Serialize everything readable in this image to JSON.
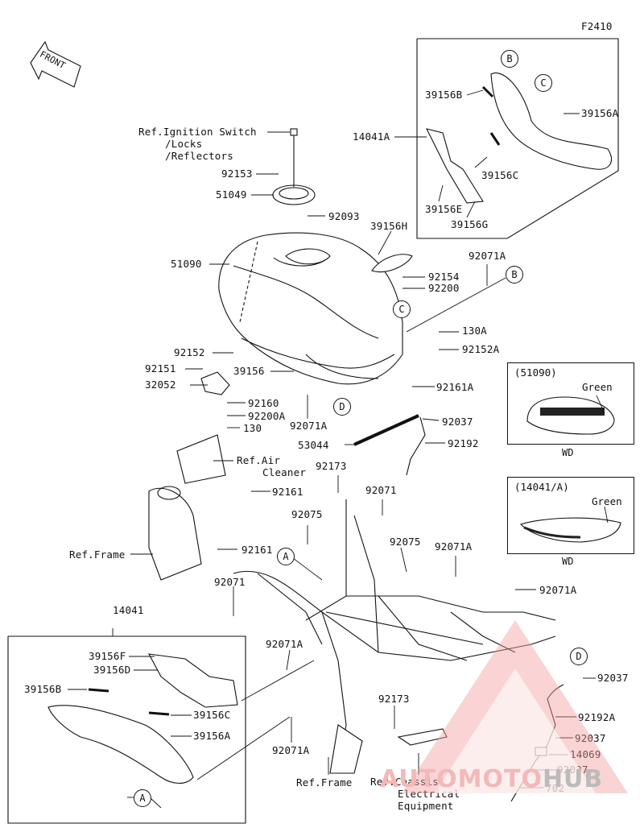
{
  "diagram_code": "F2410",
  "front_label": "FRONT",
  "labels": {
    "ref_ignition": "Ref.Ignition Switch",
    "ref_locks": "/Locks",
    "ref_reflectors": "/Reflectors",
    "p92153": "92153",
    "p51049": "51049",
    "p92093": "92093",
    "p51090": "51090",
    "p39156H": "39156H",
    "p92154": "92154",
    "p92200": "92200",
    "p92071A_top": "92071A",
    "p130A": "130A",
    "p92152A": "92152A",
    "p92152": "92152",
    "p92151": "92151",
    "p32052": "32052",
    "p39156": "39156",
    "p92161A": "92161A",
    "p92160": "92160",
    "p92200A": "92200A",
    "p130": "130",
    "p92071A_mid": "92071A",
    "p92037_a": "92037",
    "p53044": "53044",
    "p92192": "92192",
    "ref_air": "Ref.Air",
    "ref_cleaner": "Cleaner",
    "p92173_a": "92173",
    "p92071": "92071",
    "p92161_a": "92161",
    "p92075_a": "92075",
    "p92075_b": "92075",
    "p92071A_r": "92071A",
    "ref_frame_a": "Ref.Frame",
    "p92161_b": "92161",
    "p92071_b": "92071",
    "p92071A_r2": "92071A",
    "p14041": "14041",
    "p39156F": "39156F",
    "p39156D": "39156D",
    "p39156B_l": "39156B",
    "p39156C_l": "39156C",
    "p39156A_l": "39156A",
    "p92071A_c1": "92071A",
    "p92071A_c2": "92071A",
    "p92173_b": "92173",
    "ref_frame_b": "Ref.Frame",
    "ref_chassis": "Ref.Chassis",
    "ref_electrical": "Electrical",
    "ref_equipment": "Equipment",
    "p92037_b": "92037",
    "p92192A": "92192A",
    "p92037_c": "92037",
    "p14069": "14069",
    "p92037_d": "92037",
    "p702": "702",
    "p14041A": "14041A",
    "p39156B_r": "39156B",
    "p39156A_r": "39156A",
    "p39156C_r": "39156C",
    "p39156E": "39156E",
    "p39156G": "39156G"
  },
  "callouts": {
    "A": "A",
    "B": "B",
    "C": "C",
    "D": "D"
  },
  "inset_tank": {
    "title": "(51090)",
    "color_label": "Green",
    "footer": "WD"
  },
  "inset_cover": {
    "title": "(14041/A)",
    "color_label": "Green",
    "footer": "WD"
  },
  "watermark": {
    "part1": "AUTO",
    "part2": "MOTO",
    "part3": "HUB"
  }
}
